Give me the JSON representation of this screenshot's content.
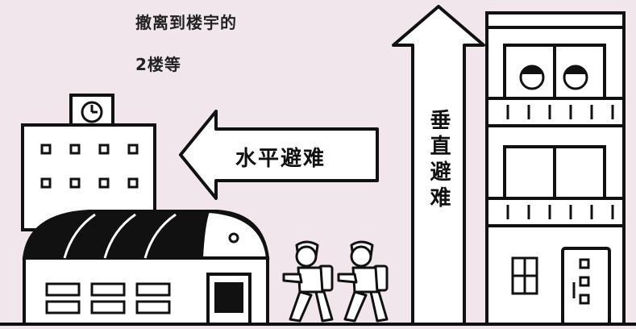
{
  "caption": {
    "line1": "撤离到楼宇的",
    "line2": "2楼等"
  },
  "arrows": {
    "horizontal_label": "水平避难",
    "vertical_label": "垂直避难"
  },
  "colors": {
    "background": "#f1e6ec",
    "ink": "#111111",
    "paper": "#ffffff"
  }
}
